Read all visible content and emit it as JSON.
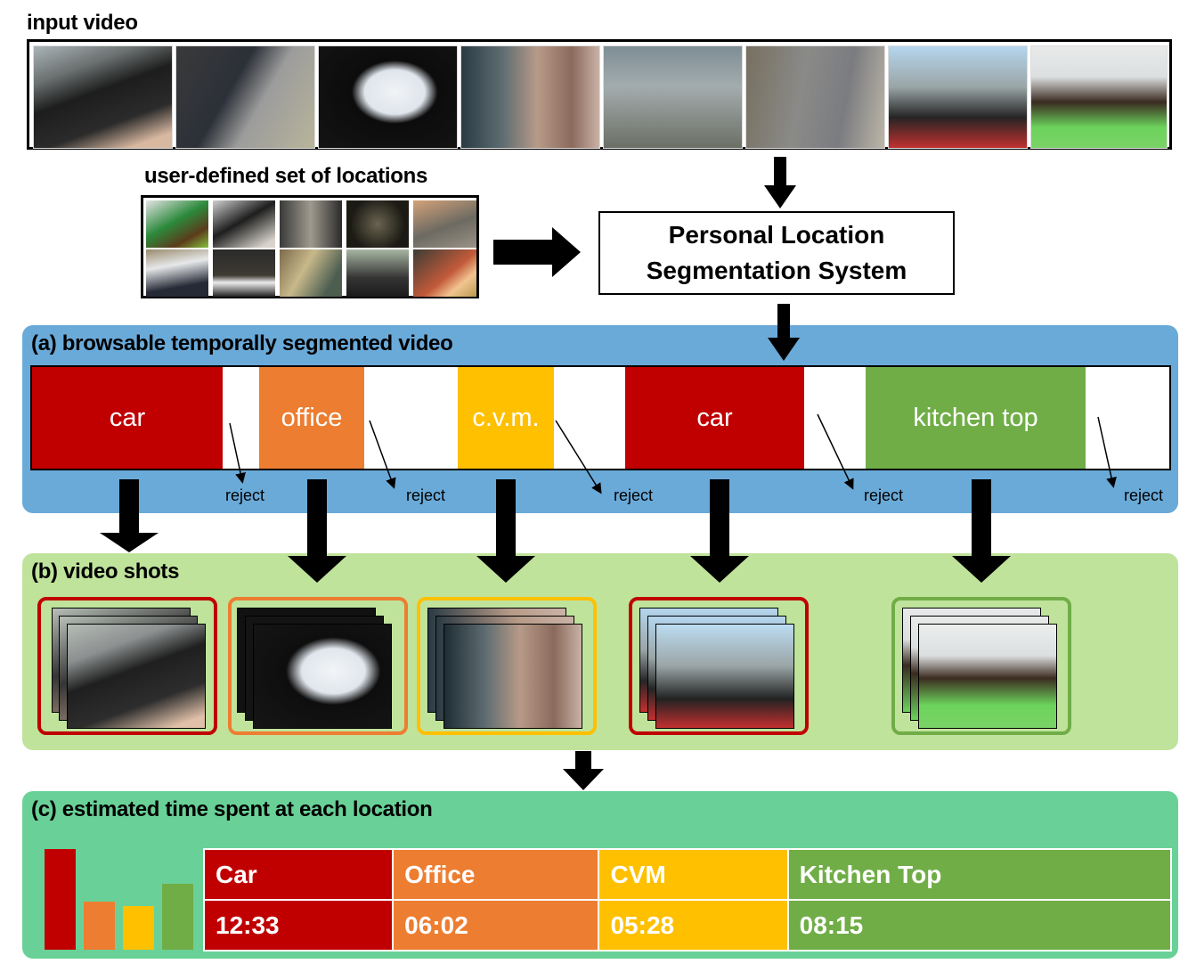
{
  "input_video": {
    "title": "input video",
    "frames": [
      {
        "scene": "car interior steering wheel"
      },
      {
        "scene": "sidewalk ramp with railing"
      },
      {
        "scene": "office computer monitor"
      },
      {
        "scene": "coffee vending machine"
      },
      {
        "scene": "shiny corridor floor"
      },
      {
        "scene": "sidewalk with red crate"
      },
      {
        "scene": "car interior street view"
      },
      {
        "scene": "kitchen top with green jars"
      }
    ]
  },
  "user_locations": {
    "title": "user-defined set of locations",
    "count": 10
  },
  "system": {
    "line1": "Personal Location",
    "line2": "Segmentation System"
  },
  "panel_a": {
    "title": "(a) browsable temporally segmented video",
    "segments": [
      {
        "label": "car",
        "color": "#c00000"
      },
      {
        "label": "office",
        "color": "#ed7d31"
      },
      {
        "label": "c.v.m.",
        "color": "#ffc000"
      },
      {
        "label": "car",
        "color": "#c00000"
      },
      {
        "label": "kitchen top",
        "color": "#70ad47"
      }
    ],
    "reject_label": "reject",
    "rejects": [
      "reject",
      "reject",
      "reject",
      "reject",
      "reject"
    ]
  },
  "panel_b": {
    "title": "(b) video shots",
    "shots": [
      {
        "location": "car",
        "color": "#c00000"
      },
      {
        "location": "office",
        "color": "#ed7d31"
      },
      {
        "location": "c.v.m.",
        "color": "#ffc000"
      },
      {
        "location": "car",
        "color": "#c00000"
      },
      {
        "location": "kitchen top",
        "color": "#70ad47"
      }
    ]
  },
  "panel_c": {
    "title": "(c) estimated time spent at each location",
    "headers": [
      "Car",
      "Office",
      "CVM",
      "Kitchen Top"
    ],
    "times": [
      "12:33",
      "06:02",
      "05:28",
      "08:15"
    ],
    "colors": [
      "#c00000",
      "#ed7d31",
      "#ffc000",
      "#70ad47"
    ]
  },
  "chart_data": {
    "type": "bar",
    "title": "",
    "categories": [
      "Car",
      "Office",
      "CVM",
      "Kitchen Top"
    ],
    "values": [
      12.55,
      6.03,
      5.47,
      8.25
    ],
    "units": "minutes",
    "colors": [
      "#c00000",
      "#ed7d31",
      "#ffc000",
      "#70ad47"
    ],
    "xlabel": "",
    "ylabel": "",
    "grid": false
  }
}
